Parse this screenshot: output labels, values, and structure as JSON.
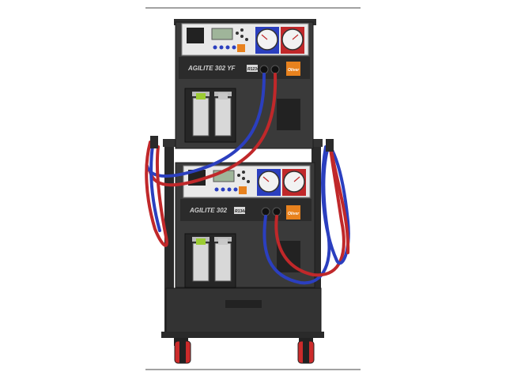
{
  "upper_unit": {
    "model_label": "AGILITE 302 YF",
    "badge": "R1234yf",
    "brand_tag": "Oliver"
  },
  "lower_unit": {
    "model_label": "AGILITE 302",
    "badge": "R134a",
    "brand_tag": "Oliver"
  },
  "colors": {
    "frame": "#2f2f2f",
    "body": "#3a3a3a",
    "panel": "#1f1f1f",
    "hose_low": "#2b3fbf",
    "hose_high": "#c0282a",
    "accent_orange": "#e8821e",
    "gauge_face": "#f2f2f2"
  },
  "icons": [
    "gauge-low-icon",
    "gauge-high-icon",
    "oil-bottle-icon",
    "castor-wheel-icon"
  ]
}
